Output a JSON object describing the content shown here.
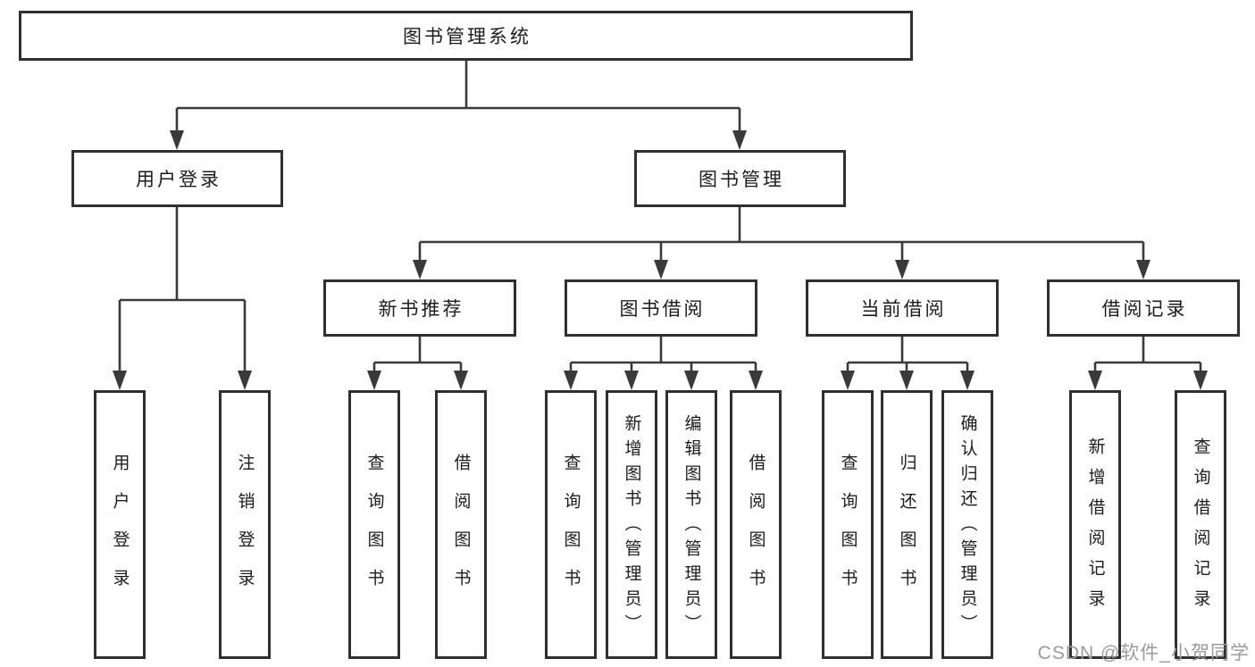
{
  "colors": {
    "line": "#3a3a3a",
    "border": "#303030",
    "text": "#1c1c1c",
    "watermark": "#9b9b9b",
    "bg": "#ffffff"
  },
  "tree": {
    "label": "图书管理系统",
    "children": [
      {
        "label": "用户登录",
        "children": [
          {
            "label": "用户登录"
          },
          {
            "label": "注销登录"
          }
        ]
      },
      {
        "label": "图书管理",
        "children": [
          {
            "label": "新书推荐",
            "children": [
              {
                "label": "查询图书"
              },
              {
                "label": "借阅图书"
              }
            ]
          },
          {
            "label": "图书借阅",
            "children": [
              {
                "label": "查询图书"
              },
              {
                "label": "新增图书（管理员）"
              },
              {
                "label": "编辑图书（管理员）"
              },
              {
                "label": "借阅图书"
              }
            ]
          },
          {
            "label": "当前借阅",
            "children": [
              {
                "label": "查询图书"
              },
              {
                "label": "归还图书"
              },
              {
                "label": "确认归还（管理员）"
              }
            ]
          },
          {
            "label": "借阅记录",
            "children": [
              {
                "label": "新增借阅记录"
              },
              {
                "label": "查询借阅记录"
              }
            ]
          }
        ]
      }
    ]
  },
  "watermark": "CSDN @软件_小贺同学"
}
